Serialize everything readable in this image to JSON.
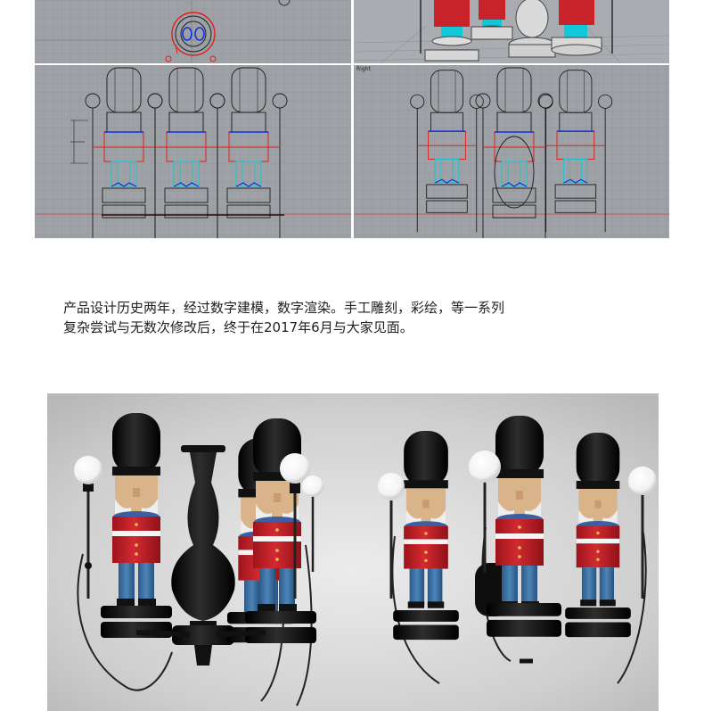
{
  "viewports": {
    "bottom_right_label": "Right"
  },
  "description": {
    "line1": "产品设计历史两年，经过数字建模，数字渲染。手工雕刻，彩绘，等一系列",
    "line2": "复杂尝试与无数次修改后，终于在2017年6月与大家见面。"
  },
  "colors": {
    "viewport_bg": "#9ea1a6",
    "grid_line": "#8d9095",
    "wire": "#1a1a1a",
    "selected_wire": "#e0201c",
    "cyan_wire": "#12c8d8",
    "uniform_red": "#c8232b",
    "hat_black": "#0d0d0d",
    "pants_blue": "#3f74a8"
  },
  "icons": [
    "bulb-icon",
    "guard-figure",
    "candlestick"
  ]
}
